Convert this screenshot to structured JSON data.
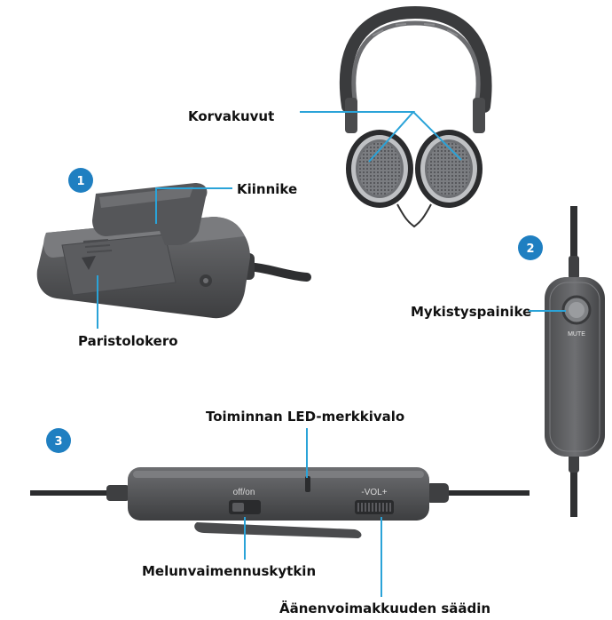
{
  "colors": {
    "leader": "#2aa3d8",
    "badge": "#1f7fc1",
    "device": "#58595b",
    "device_dark": "#333436"
  },
  "badges": {
    "one": "1",
    "two": "2",
    "three": "3"
  },
  "labels": {
    "korvakuvut": "Korvakuvut",
    "kiinnike": "Kiinnike",
    "paristolokero": "Paristolokero",
    "mykistyspainike": "Mykistyspainike",
    "led": "Toiminnan LED-merkkivalo",
    "melunvaimennus": "Melunvaimennuskytkin",
    "aanenvoimakkuus": "Äänenvoimakkuuden säädin"
  },
  "device_text": {
    "mute": "MUTE",
    "off_on": "off/on",
    "vol": "-VOL+"
  },
  "icons": [
    "headphones-illustration",
    "battery-unit-illustration",
    "mute-remote-illustration",
    "inline-control-illustration"
  ]
}
